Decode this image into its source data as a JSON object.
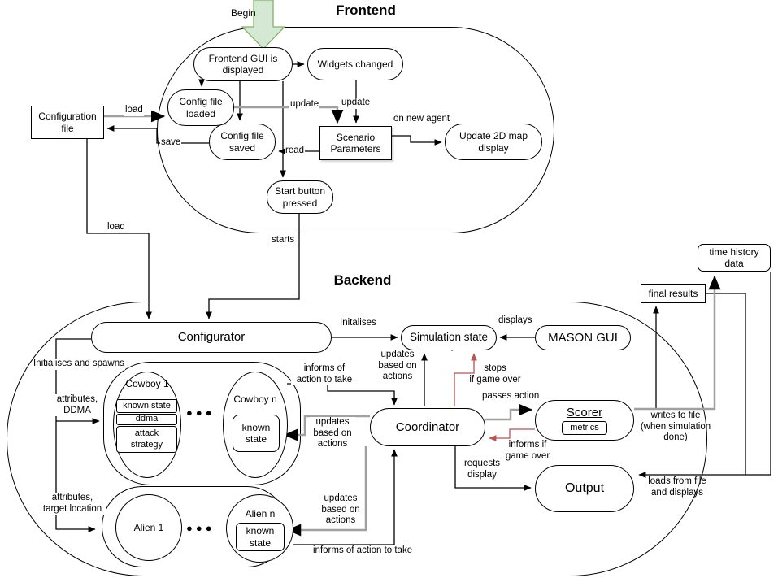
{
  "titles": {
    "frontend": "Frontend",
    "backend": "Backend"
  },
  "begin_label": "Begin",
  "colors": {
    "red_edge": "#b85450",
    "gray_edge": "#a0a0a0",
    "green_fill": "#d5e8d4",
    "green_stroke": "#82b366"
  },
  "frontend": {
    "nodes": {
      "configuration_file": "Configuration\nfile",
      "frontend_gui": "Frontend GUI is\ndisplayed",
      "widgets_changed": "Widgets changed",
      "config_loaded": "Config file\nloaded",
      "config_saved": "Config file\nsaved",
      "scenario_parameters": "Scenario\nParameters",
      "update_2d_map": "Update 2D map\ndisplay",
      "start_button": "Start button\npressed"
    },
    "edge_labels": {
      "load_top": "load",
      "save": "save",
      "update_gray": "update",
      "update_black": "update",
      "read": "read",
      "on_new_agent": "on new agent",
      "load_bottom": "load",
      "starts": "starts"
    }
  },
  "backend": {
    "nodes": {
      "configurator": "Configurator",
      "simulation_state": "Simulation state",
      "mason_gui": "MASON GUI",
      "coordinator": "Coordinator",
      "scorer": "Scorer",
      "scorer_metrics": "metrics",
      "output": "Output",
      "final_results": "final results",
      "time_history": "time history\ndata",
      "cowboy1": "Cowboy 1",
      "cowboy1_known_state": "known state",
      "cowboy1_ddma": "ddma",
      "cowboy1_attack": "attack\nstrategy",
      "cowboy_dots": "●●●",
      "cowboyn": "Cowboy n",
      "cowboyn_known_state": "known\nstate",
      "alien1": "Alien 1",
      "alien_dots": "●●●",
      "alienn": "Alien n",
      "alienn_known_state": "known\nstate"
    },
    "edge_labels": {
      "initalises": "Initalises",
      "displays": "displays",
      "updates_sim": "updates\nbased on\nactions",
      "stops_if_game_over": "stops\nif game over",
      "passes_action": "passes action",
      "informs_if_game_over": "informs if\ngame over",
      "requests_display": "requests\ndisplay",
      "writes_to_file": "writes to file\n(when simulation\ndone)",
      "loads_from_file": "loads from file\nand displays",
      "initialises_and_spawns": "Initialises and spawns",
      "attributes_ddma": "attributes,\nDDMA",
      "attributes_target": "attributes,\ntarget location",
      "informs_action_cowboys": "informs of\naction to take",
      "updates_cowboys": "updates\nbased on\nactions",
      "updates_aliens": "updates\nbased on\nactions",
      "informs_action_aliens": "informs of action to take"
    }
  }
}
